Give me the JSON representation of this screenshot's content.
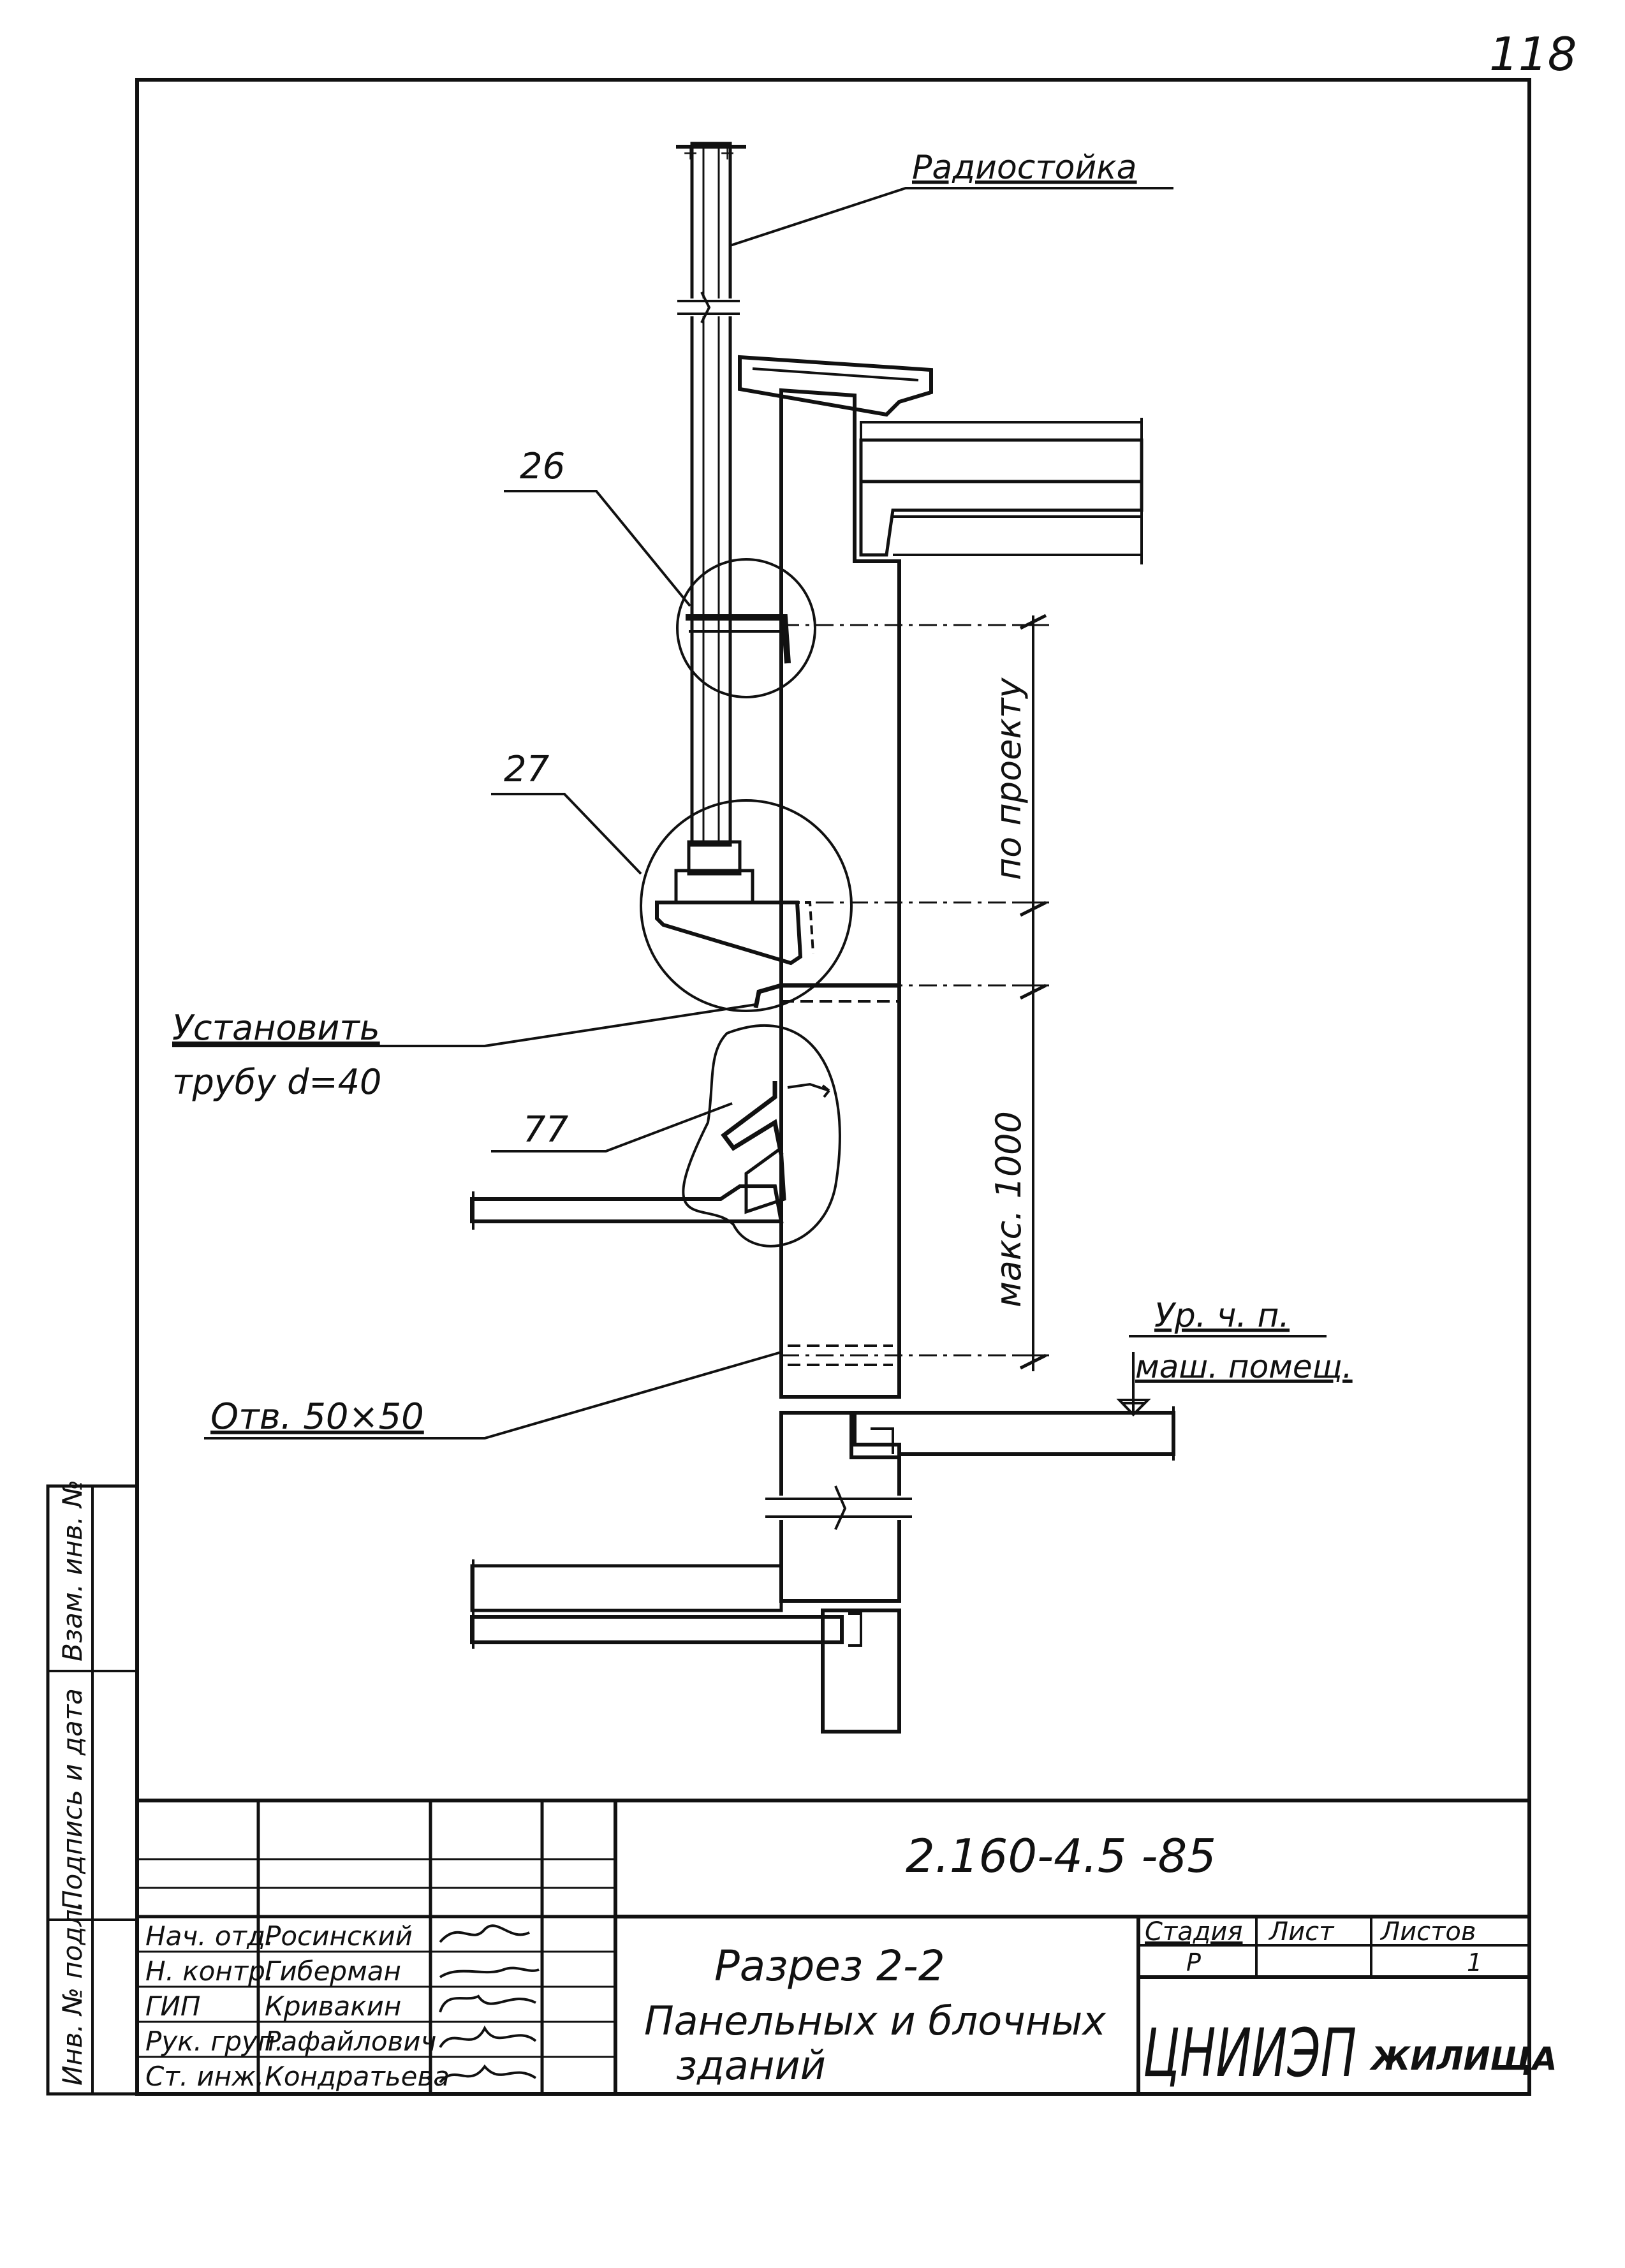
{
  "sheet_number": "118",
  "callouts": {
    "radio_mast": "Радиостойка",
    "node_26": "26",
    "node_27": "27",
    "node_77": "77",
    "install_pipe_line1": "Установить",
    "install_pipe_line2": "трубу d=40",
    "opening": "Отв. 50×50",
    "floor_level_line1": "Ур. ч. п.",
    "floor_level_line2": "маш. помещ."
  },
  "dimensions": {
    "per_project": "по проекту",
    "max_1000": "макс. 1000"
  },
  "title_block": {
    "doc_code": "2.160-4.5 -85",
    "title_line1": "Разрез 2-2",
    "title_line2": "Панельных и блочных",
    "title_line3": "зданий",
    "stage_header": "Стадия",
    "sheet_header": "Лист",
    "sheets_header": "Листов",
    "stage_value": "Р",
    "sheet_value": "",
    "sheets_value": "1",
    "org_logo": "ЦНИИЭП",
    "org_name": "ЖИЛИЩА",
    "staff": [
      {
        "role": "Нач. отд.",
        "name": "Росинский"
      },
      {
        "role": "Н. контр.",
        "name": "Гиберман"
      },
      {
        "role": "ГИП",
        "name": "Кривакин"
      },
      {
        "role": "Рук. груп.",
        "name": "Рафайлович"
      },
      {
        "role": "Ст. инж.",
        "name": "Кондратьева"
      }
    ]
  },
  "side_stamp": {
    "inv_no_orig": "Инв. № подл.",
    "sign_date": "Подпись и дата",
    "replaced_inv": "Взам. инв. №"
  }
}
